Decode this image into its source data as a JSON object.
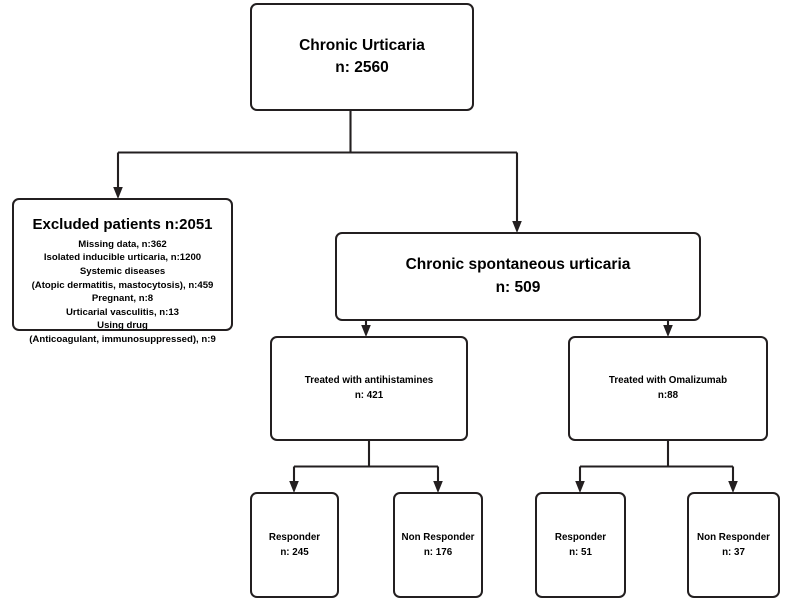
{
  "diagram": {
    "title": "Chronic Urticaria patient flow diagram",
    "stroke_color": "#231f20",
    "background_color": "#ffffff",
    "nodes": {
      "root": {
        "label": "Chronic Urticaria",
        "count": "n: 2560"
      },
      "excluded": {
        "title": "Excluded patients n:2051",
        "reasons": [
          "Missing data, n:362",
          "Isolated inducible urticaria, n:1200",
          "Systemic diseases",
          "(Atopic dermatitis, mastocytosis), n:459",
          "Pregnant, n:8",
          "Urticarial vasculitis, n:13",
          "Using drug",
          "(Anticoagulant, immunosuppressed), n:9"
        ]
      },
      "csu": {
        "label": "Chronic spontaneous urticaria",
        "count": "n: 509"
      },
      "antihistamines": {
        "label": "Treated with antihistamines",
        "count": "n: 421"
      },
      "omalizumab": {
        "label": "Treated with Omalizumab",
        "count": "n:88"
      },
      "responder_anti": {
        "label": "Responder",
        "count": "n: 245"
      },
      "nonresponder_anti": {
        "label": "Non Responder",
        "count": "n: 176"
      },
      "responder_omal": {
        "label": "Responder",
        "count": "n: 51"
      },
      "nonresponder_omal": {
        "label": "Non Responder",
        "count": "n: 37"
      }
    }
  }
}
